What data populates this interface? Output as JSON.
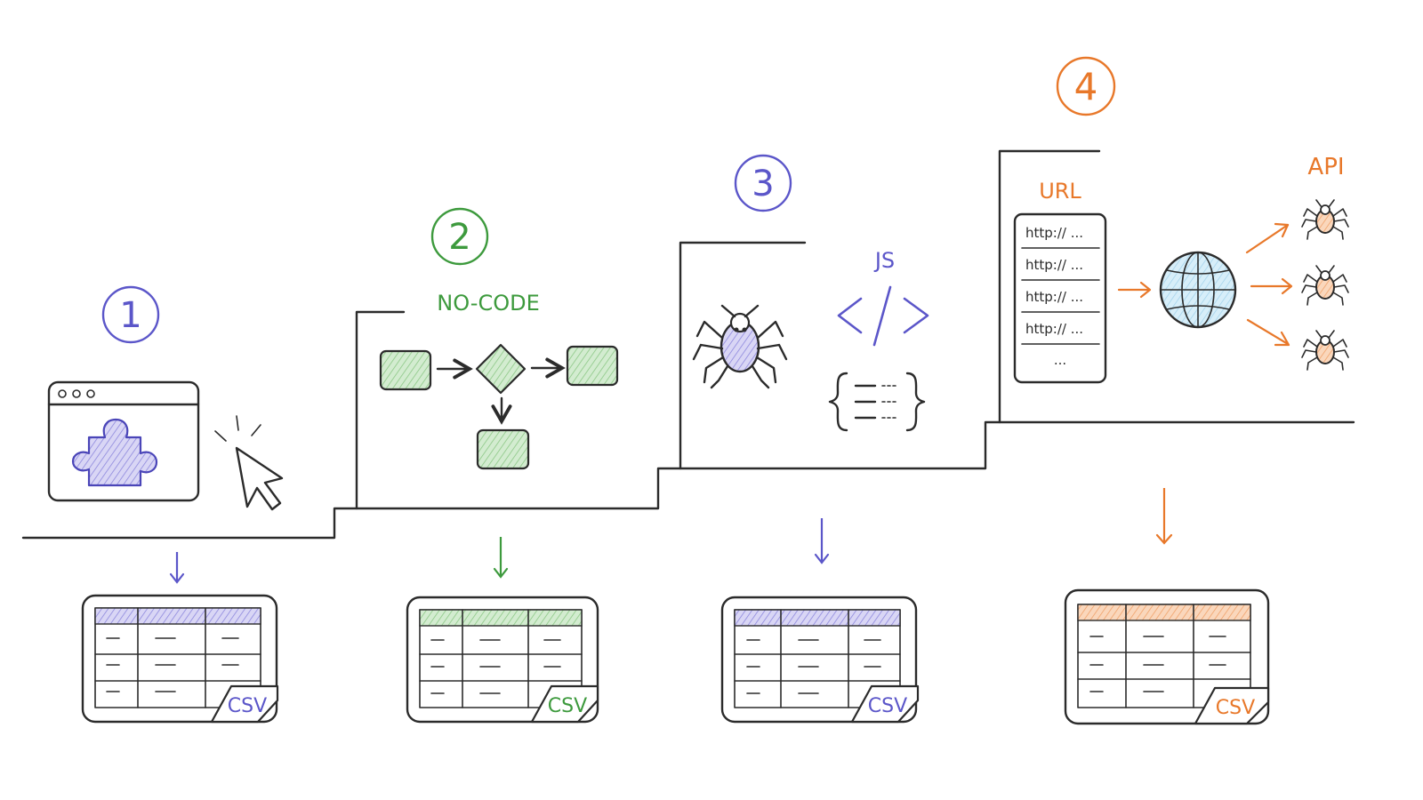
{
  "colors": {
    "ink": "#2b2b2b",
    "purple": "#5b56c9",
    "purple_fill": "#b9b5ea",
    "green": "#3d9a3d",
    "green_fill": "#bfe3bb",
    "orange": "#e8782a",
    "orange_fill": "#f6c39c",
    "globe_fill": "#c7e6f5"
  },
  "steps": [
    {
      "number": "1",
      "color_key": "purple",
      "icons": [
        "browser-window-icon",
        "puzzle-piece-icon",
        "mouse-cursor-icon"
      ],
      "output_label": "CSV"
    },
    {
      "number": "2",
      "color_key": "green",
      "label": "NO-CODE",
      "icons": [
        "flowchart-icon"
      ],
      "output_label": "CSV"
    },
    {
      "number": "3",
      "color_key": "purple",
      "label": "JS",
      "icons": [
        "spider-icon",
        "code-brackets-icon",
        "curly-braces-icon"
      ],
      "output_label": "CSV"
    },
    {
      "number": "4",
      "color_key": "orange",
      "url_label": "URL",
      "api_label": "API",
      "urls": [
        "http:// ...",
        "http:// ...",
        "http:// ...",
        "http:// ..."
      ],
      "url_more": "...",
      "icons": [
        "url-list-icon",
        "globe-icon",
        "spider-icon"
      ],
      "output_label": "CSV"
    }
  ]
}
